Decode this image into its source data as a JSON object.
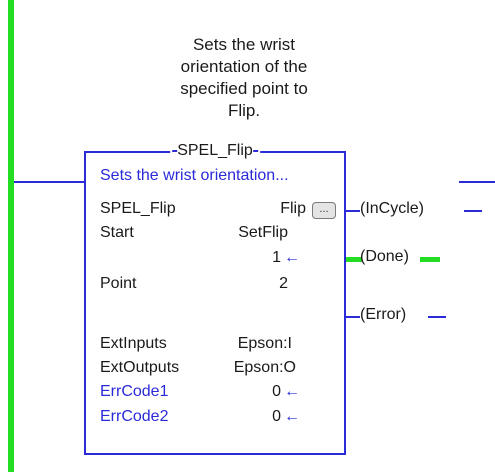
{
  "comment": {
    "lines": [
      "Sets the wrist",
      "orientation of the",
      "specified point to",
      "Flip."
    ]
  },
  "block": {
    "title": "SPEL_Flip",
    "description": "Sets the wrist orientation...",
    "rows": {
      "name_label": "SPEL_Flip",
      "name_value": "Flip",
      "ellipsis_button": "...",
      "start_label": "Start",
      "start_value": "SetFlip",
      "start_index": "1",
      "point_label": "Point",
      "point_value": "2",
      "extinputs_label": "ExtInputs",
      "extinputs_value": "Epson:I",
      "extoutputs_label": "ExtOutputs",
      "extoutputs_value": "Epson:O",
      "errcode1_label": "ErrCode1",
      "errcode1_value": "0",
      "errcode2_label": "ErrCode2",
      "errcode2_value": "0"
    },
    "arrow_glyph": "←"
  },
  "outputs": {
    "incycle": "(InCycle)",
    "done": "(Done)",
    "error": "(Error)"
  },
  "colors": {
    "rail": "#22dd22",
    "wire": "#2a2ad8",
    "energized": "#22dd22"
  }
}
